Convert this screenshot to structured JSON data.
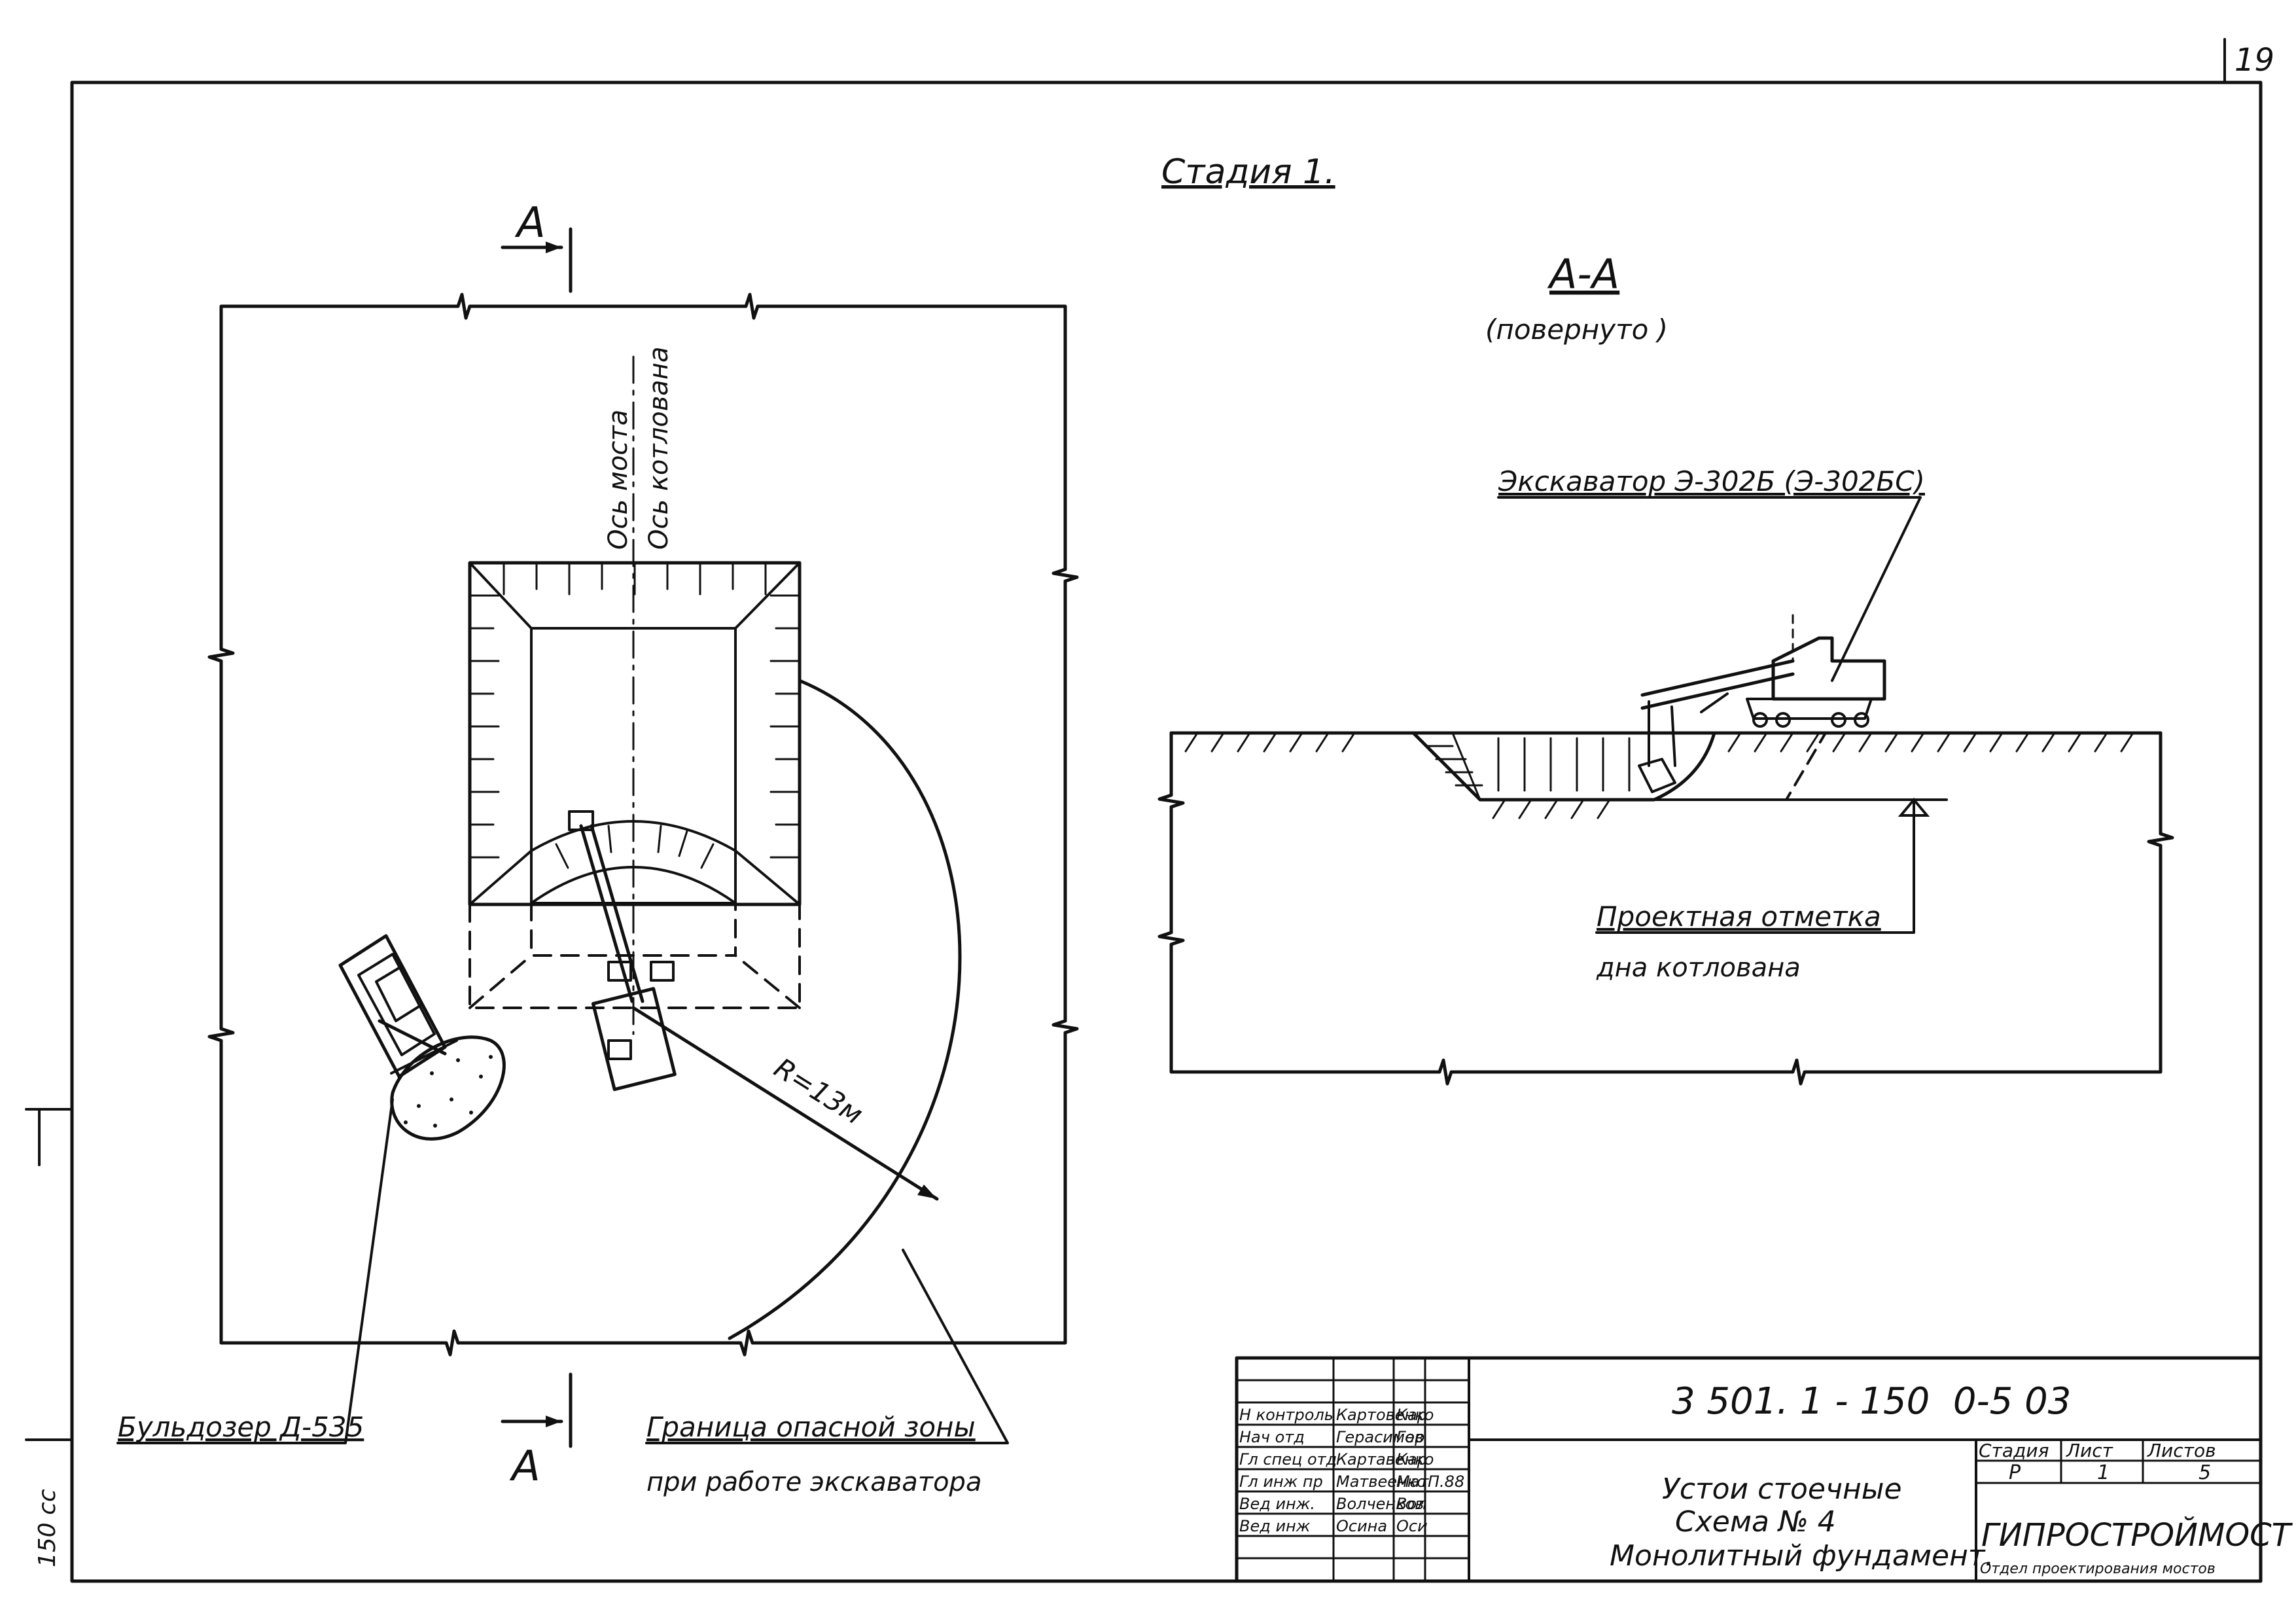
{
  "page_number": "19",
  "stage_title": "Стадия 1.",
  "section": {
    "marker": "А",
    "title": "А-А",
    "subtitle": "(повернуто )"
  },
  "plan": {
    "axis_bridge": "Ось моста",
    "axis_pit": "Ось котлована",
    "radius_label": "R=13м"
  },
  "labels": {
    "excavator": "Экскаватор Э-302Б (Э-302БС)",
    "design_mark_line1": "Проектная отметка",
    "design_mark_line2": "дна котлована",
    "bulldozer": "Бульдозер Д-535",
    "danger_line1": "Граница опасной зоны",
    "danger_line2": "при работе экскаватора"
  },
  "left_margin_note": "150 сс",
  "title_block": {
    "document_code": "3 501. 1 - 150  0-5 03",
    "title_line1": "Устои стоечные",
    "title_line2": "Схема № 4",
    "title_line3": "Монолитный фундамент.",
    "col_stage": "Стадия",
    "col_sheet": "Лист",
    "col_sheets": "Листов",
    "stage": "Р",
    "sheet": "1",
    "sheets": "5",
    "organization": "ГИПРОСТРОЙМОСТ",
    "department": "Отдел проектирования мостов",
    "date": "П.88",
    "staff": [
      {
        "role": "Н контроль",
        "name": "Картовенко",
        "signature": "Кар"
      },
      {
        "role": "Нач отд",
        "name": "Герасимов",
        "signature": "Гер"
      },
      {
        "role": "Гл спец отд",
        "name": "Картавенко",
        "signature": "Кар"
      },
      {
        "role": "Гл инж пр",
        "name": "Матвеенко",
        "signature": "Мат"
      },
      {
        "role": "Вед инж.",
        "name": "Волченков",
        "signature": "Вол"
      },
      {
        "role": "Вед инж",
        "name": "Осина",
        "signature": "Оси"
      }
    ]
  }
}
